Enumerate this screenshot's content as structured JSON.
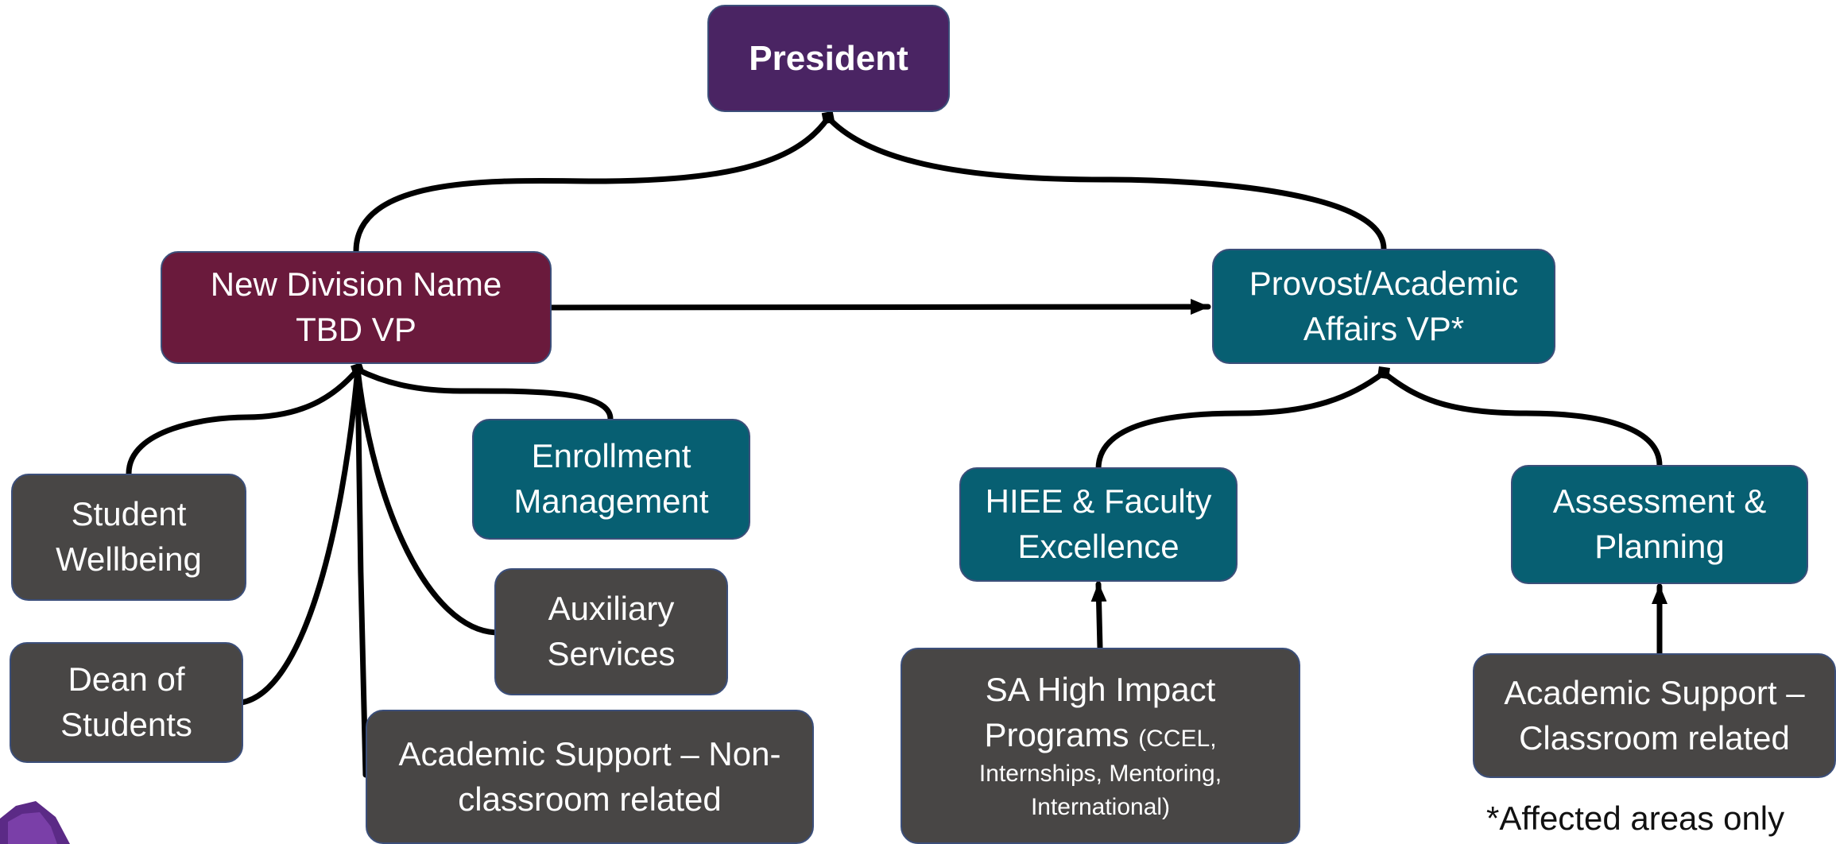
{
  "nodes": {
    "president": {
      "title": "President"
    },
    "new_division": {
      "line1": "New Division Name",
      "line2": "TBD VP"
    },
    "provost": {
      "line1": "Provost/Academic",
      "line2": "Affairs VP*"
    },
    "enrollment": {
      "line1": "Enrollment",
      "line2": "Management"
    },
    "student_wellbeing": {
      "line1": "Student",
      "line2": "Wellbeing"
    },
    "dean_students": {
      "line1": "Dean of",
      "line2": "Students"
    },
    "auxiliary": {
      "line1": "Auxiliary",
      "line2": "Services"
    },
    "acad_support_non": {
      "line1": "Academic Support – Non-",
      "line2": "classroom related"
    },
    "hiee": {
      "line1": "HIEE & Faculty",
      "line2": "Excellence"
    },
    "assessment": {
      "line1": "Assessment &",
      "line2": "Planning"
    },
    "sa_hip": {
      "line1": "SA High Impact",
      "line2": "Programs",
      "line2_detail": "(CCEL,",
      "line3": "Internships, Mentoring,",
      "line4": "International)"
    },
    "acad_support_class": {
      "line1": "Academic Support –",
      "line2": "Classroom related"
    }
  },
  "footnote": "*Affected areas only",
  "colors": {
    "president": "#4a2463",
    "new_division": "#6a1a3c",
    "teal_unit": "#075f72",
    "gray_unit": "#484645",
    "connector": "#000000"
  }
}
